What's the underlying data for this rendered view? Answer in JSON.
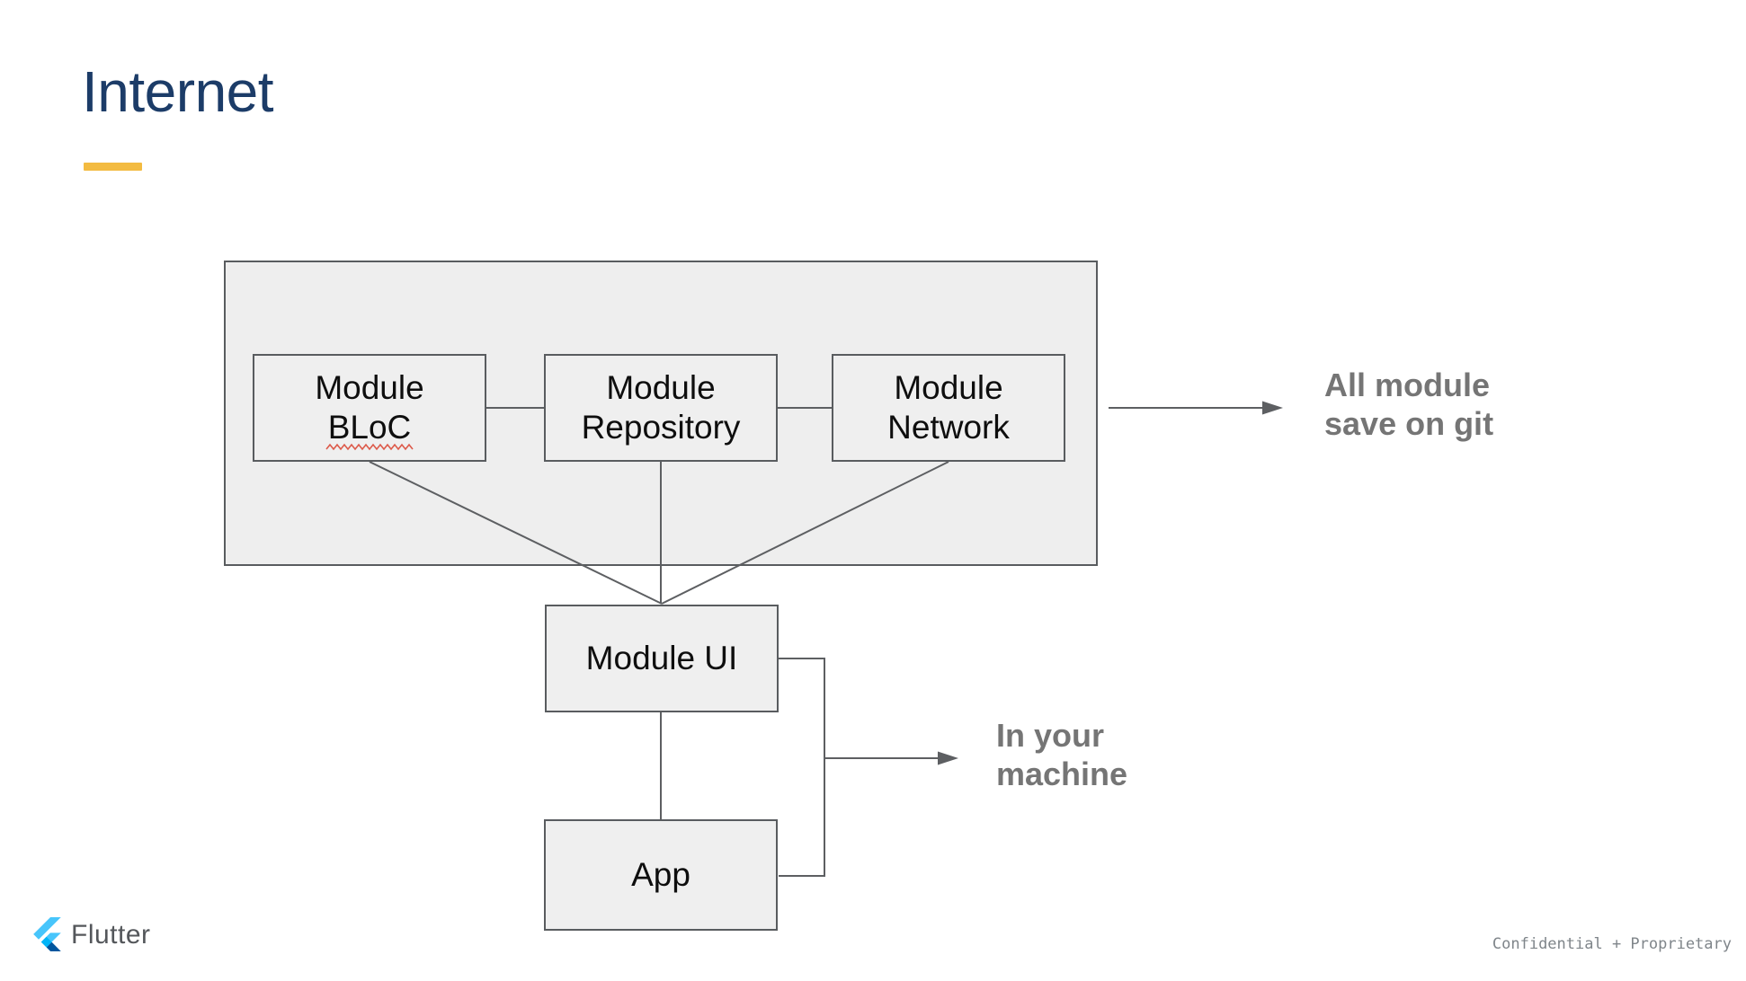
{
  "palette": {
    "title_blue": "#1C3C68",
    "accent_yellow": "#F3BB41",
    "group_fill": "#EEEEEE",
    "box_fill": "#EFEFEF",
    "border_gray": "#595C5F",
    "line_gray": "#5D5F62",
    "annotation_gray": "#757575",
    "spellcheck_red": "#DD5A4A",
    "flutter_light_blue": "#47C5FB",
    "flutter_mid_blue": "#00B5F8",
    "flutter_dark_blue": "#00569E"
  },
  "header": {
    "title": "Internet"
  },
  "diagram": {
    "group_boxes": [
      {
        "label": "Module\nBLoC",
        "spellcheck_underline": true
      },
      {
        "label": "Module\nRepository",
        "spellcheck_underline": false
      },
      {
        "label": "Module\nNetwork",
        "spellcheck_underline": false
      }
    ],
    "ui_box": {
      "label": "Module UI"
    },
    "app_box": {
      "label": "App"
    },
    "annotations": [
      {
        "text": "All module\nsave on git"
      },
      {
        "text": "In your\nmachine"
      }
    ]
  },
  "footer": {
    "brand": "Flutter",
    "note": "Confidential + Proprietary"
  }
}
